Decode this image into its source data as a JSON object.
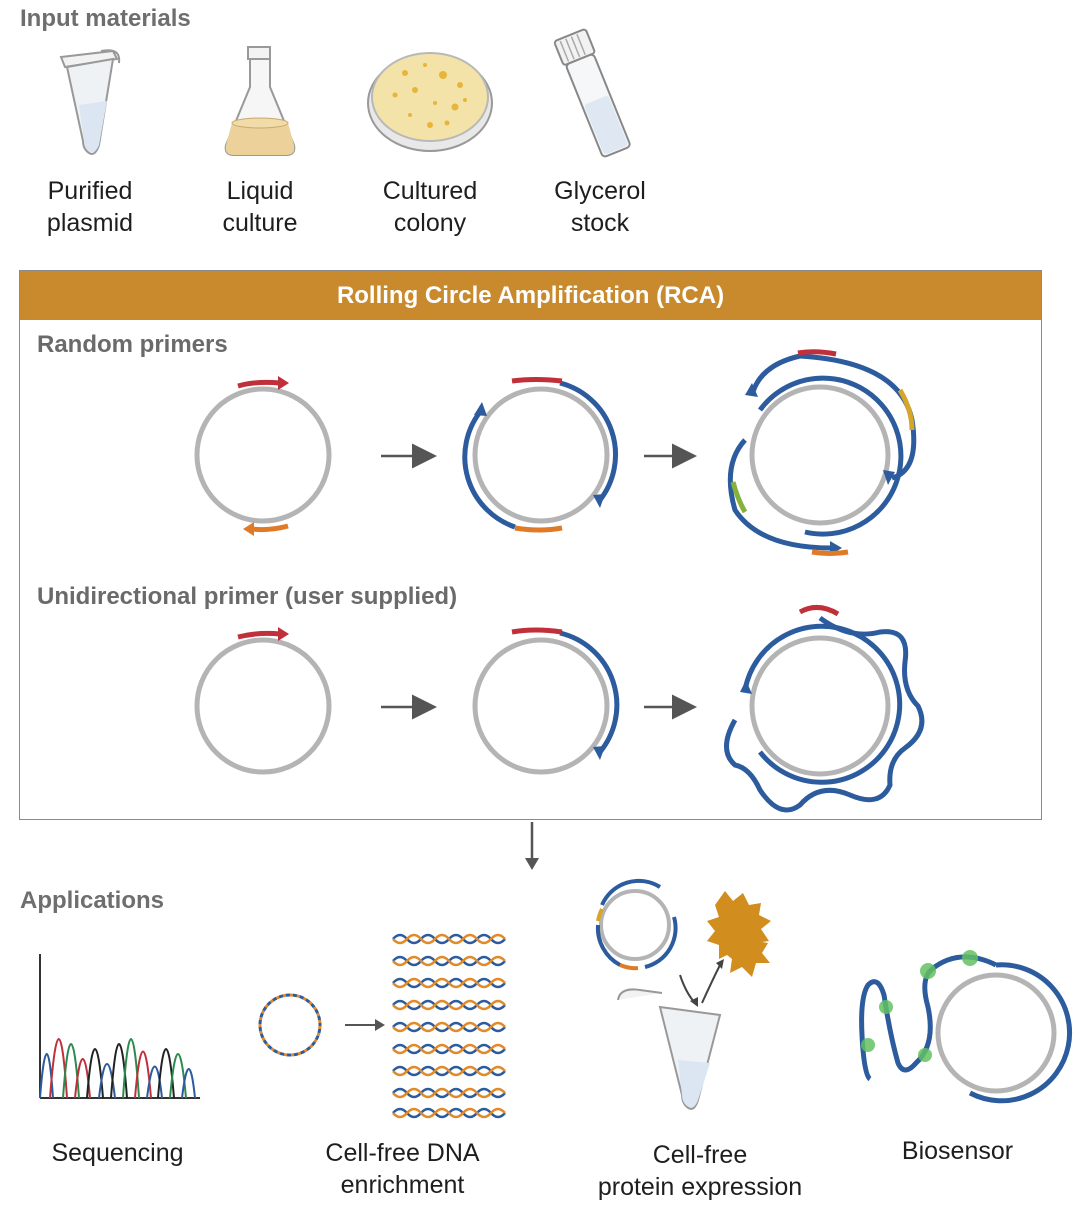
{
  "input_section": {
    "title": "Input materials",
    "items": [
      {
        "label": "Purified\nplasmid",
        "icon": "microtube-icon"
      },
      {
        "label": "Liquid\nculture",
        "icon": "flask-icon"
      },
      {
        "label": "Cultured\ncolony",
        "icon": "petri-dish-icon"
      },
      {
        "label": "Glycerol\nstock",
        "icon": "cryovial-icon"
      }
    ]
  },
  "rca": {
    "header": "Rolling Circle Amplification (RCA)",
    "random_primers": "Random primers",
    "unidirectional_primer": "Unidirectional primer (user supplied)"
  },
  "applications": {
    "title": "Applications",
    "items": [
      {
        "label": "Sequencing",
        "icon": "chromatogram-icon"
      },
      {
        "label": "Cell-free DNA\nenrichment",
        "icon": "dna-helix-icon"
      },
      {
        "label": "Cell-free\nprotein expression",
        "icon": "protein-expression-icon"
      },
      {
        "label": "Biosensor",
        "icon": "biosensor-icon"
      }
    ]
  },
  "colors": {
    "template": "#b4b4b4",
    "strand": "#2c5b9e",
    "primer_red": "#c0303a",
    "primer_orange": "#e07a26",
    "primer_yellow": "#d6a62a",
    "primer_green": "#86b23c",
    "header": "#c88a2c",
    "arrow": "#555555"
  }
}
